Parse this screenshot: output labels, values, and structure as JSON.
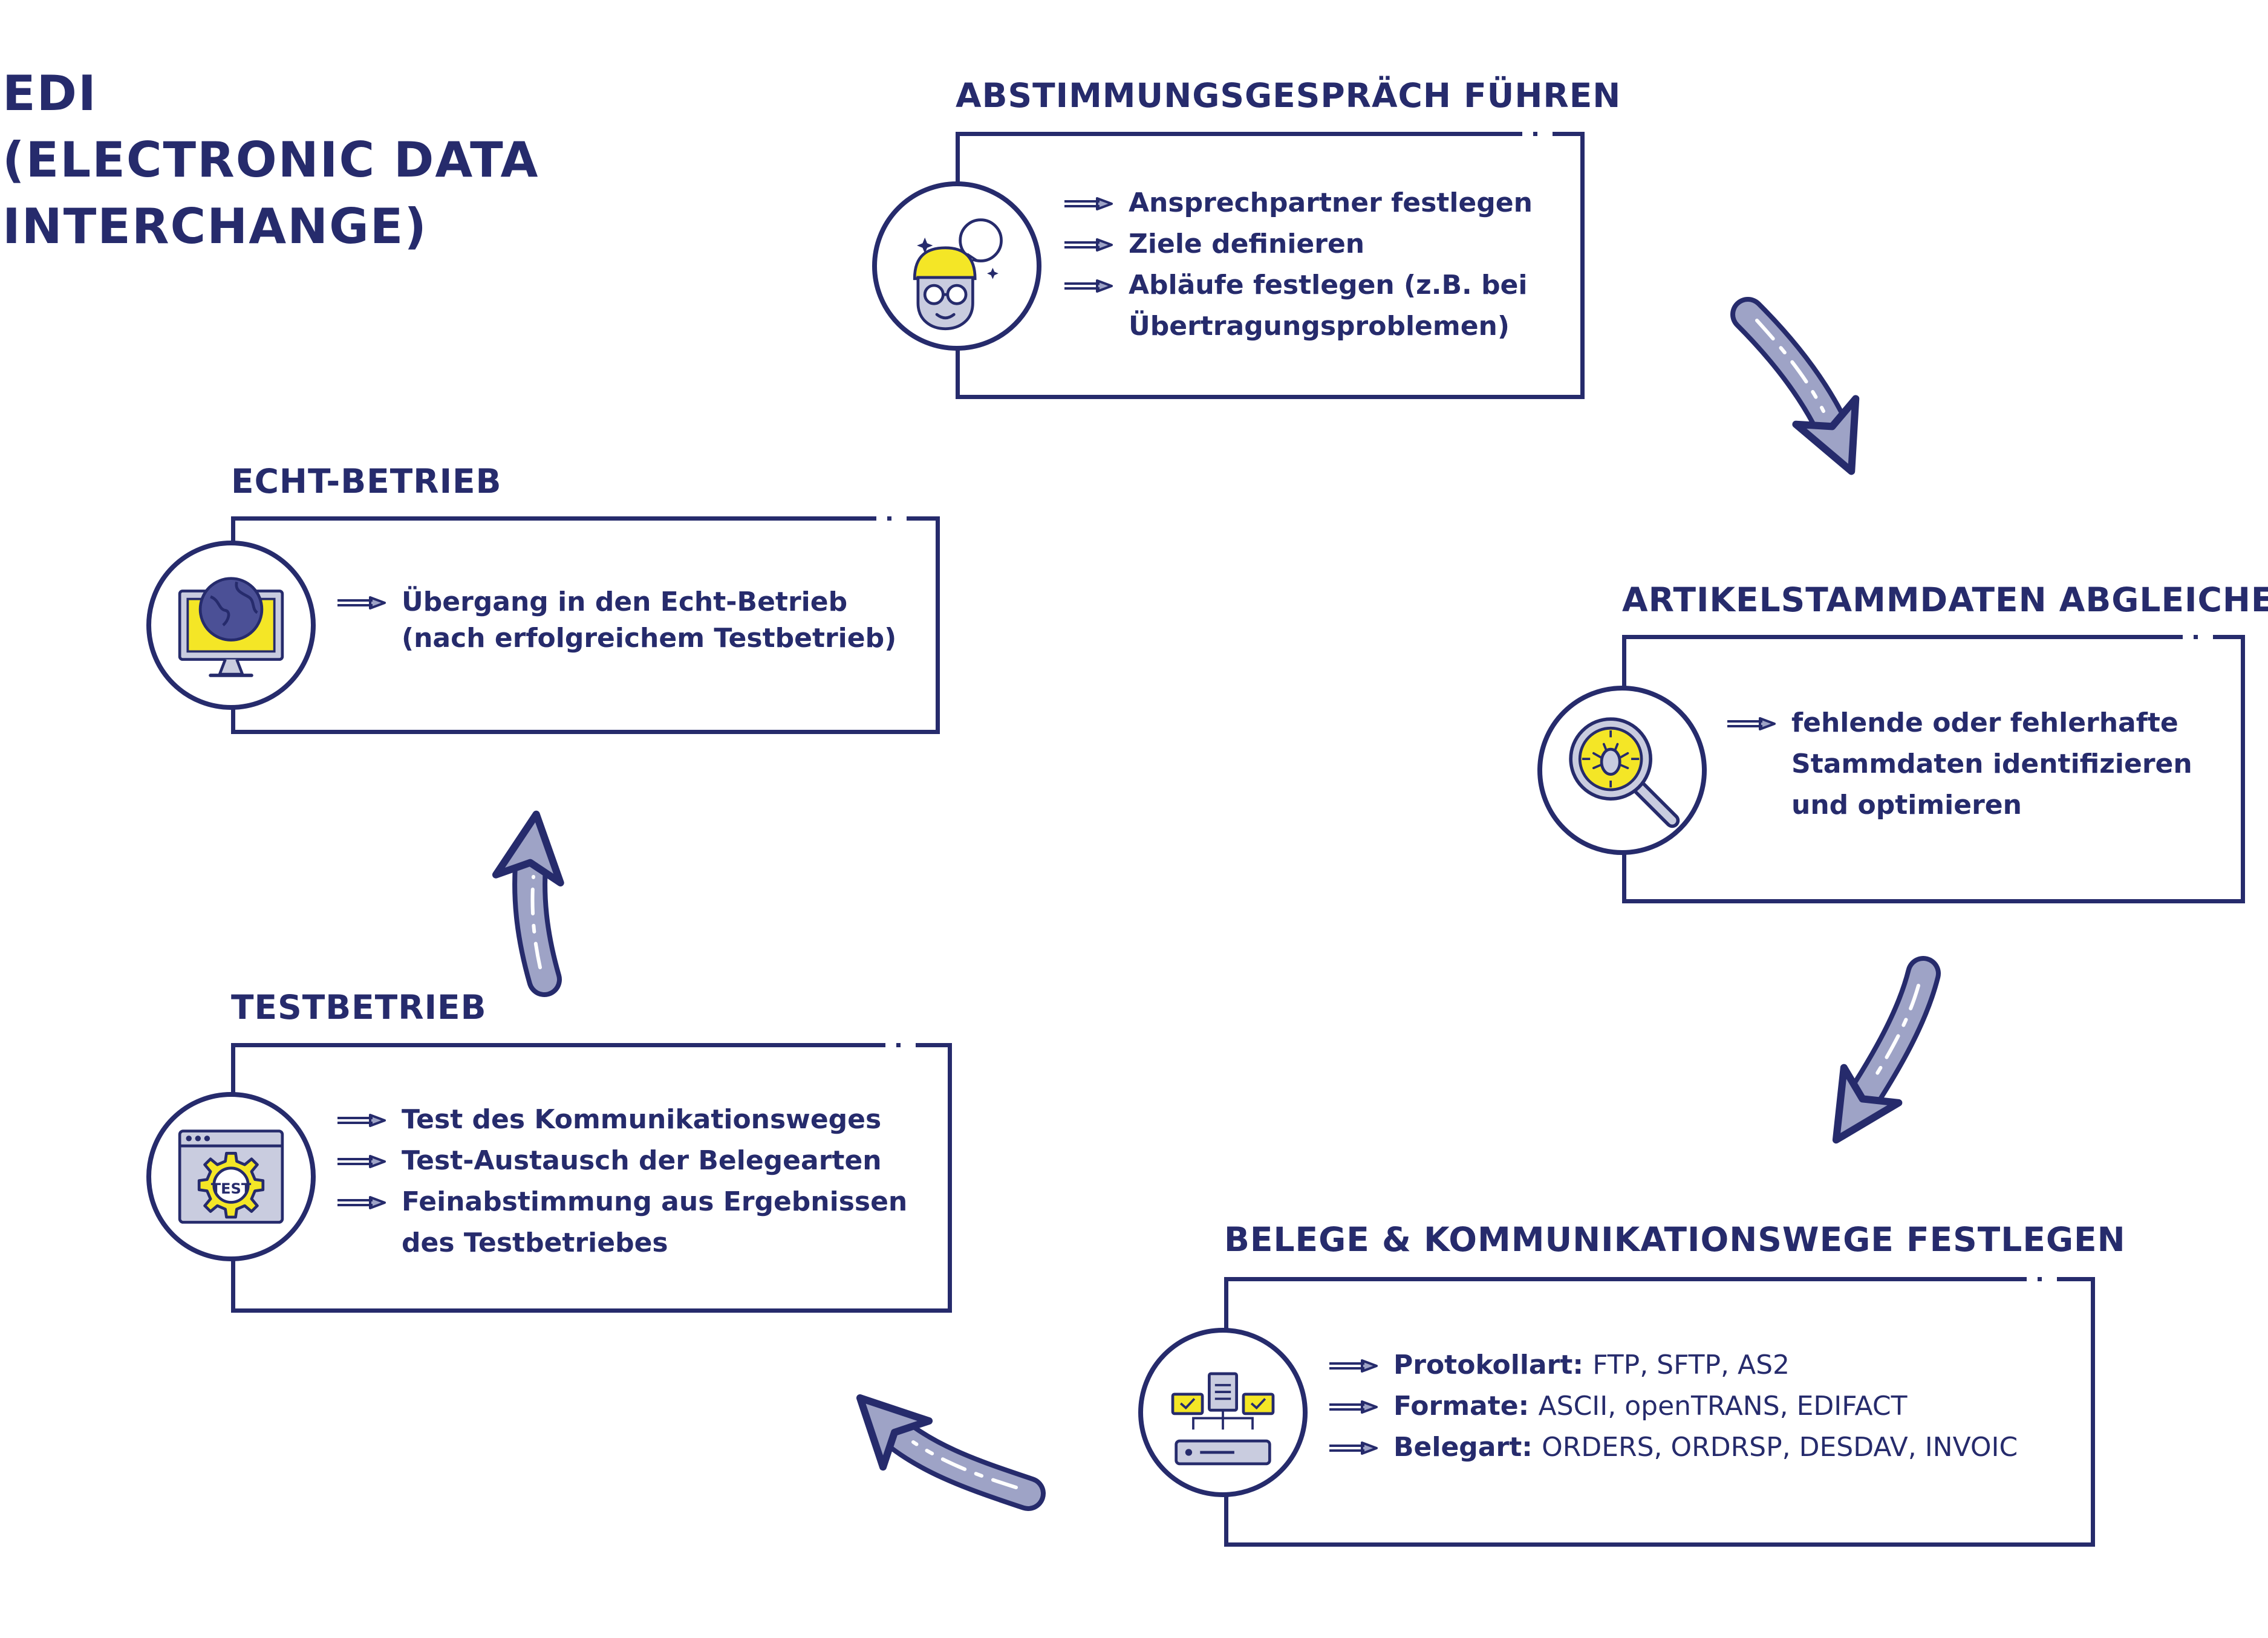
{
  "title": "EDI\n(ELECTRONIC DATA\nINTERCHANGE)",
  "steps": {
    "abstimmung": {
      "title": "ABSTIMMUNGSGESPRÄCH FÜHREN",
      "icon": "person-speech-icon",
      "items": [
        "Ansprechpartner festlegen",
        "Ziele definieren",
        "Abläufe festlegen (z.B. bei",
        "Übertragungsproblemen)"
      ]
    },
    "artikel": {
      "title": "ARTIKELSTAMMDATEN ABGLEICHEN",
      "icon": "magnifier-bug-icon",
      "items": [
        "fehlende oder fehlerhafte",
        "Stammdaten identifizieren",
        "und optimieren"
      ]
    },
    "belege": {
      "title": "BELEGE & KOMMUNIKATIONSWEGE FESTLEGEN",
      "icon": "server-documents-icon",
      "items": [
        {
          "label": "Protokollart:",
          "value": "FTP, SFTP, AS2"
        },
        {
          "label": "Formate:",
          "value": "ASCII, openTRANS, EDIFACT"
        },
        {
          "label": "Belegart:",
          "value": "ORDERS, ORDRSP, DESDAV, INVOIC"
        }
      ]
    },
    "test": {
      "title": "TESTBETRIEB",
      "icon": "test-gear-window-icon",
      "icon_text": "TEST",
      "items": [
        "Test des Kommunikationsweges",
        "Test-Austausch der Belegearten",
        "Feinabstimmung aus Ergebnissen",
        "des Testbetriebes"
      ]
    },
    "echt": {
      "title": "ECHT-BETRIEB",
      "icon": "globe-monitor-icon",
      "items": [
        "Übergang in den Echt-Betrieb",
        "(nach erfolgreichem Testbetrieb)"
      ]
    }
  },
  "colors": {
    "navy": "#262b6c",
    "yellow": "#f4e626",
    "arrow_fill": "#9ea3c6",
    "white": "#ffffff"
  }
}
